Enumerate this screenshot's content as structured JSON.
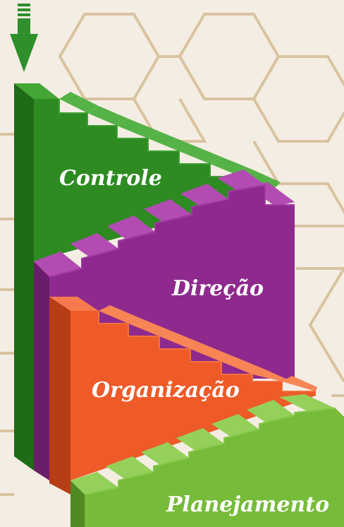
{
  "labels": {
    "controle": "Controle",
    "direcao": "Direção",
    "organizacao": "Organização",
    "planejamento": "Planejamento"
  },
  "colors": {
    "background": "#f4ede3",
    "hex_lines": "#d8c3a0",
    "arrow": "#2f8f2a",
    "controle": "#2e8b22",
    "direcao": "#8e2a8e",
    "organizacao": "#ee5a28",
    "planejamento": "#77bb3a"
  },
  "icons": {
    "arrow": "down-arrow-icon"
  }
}
